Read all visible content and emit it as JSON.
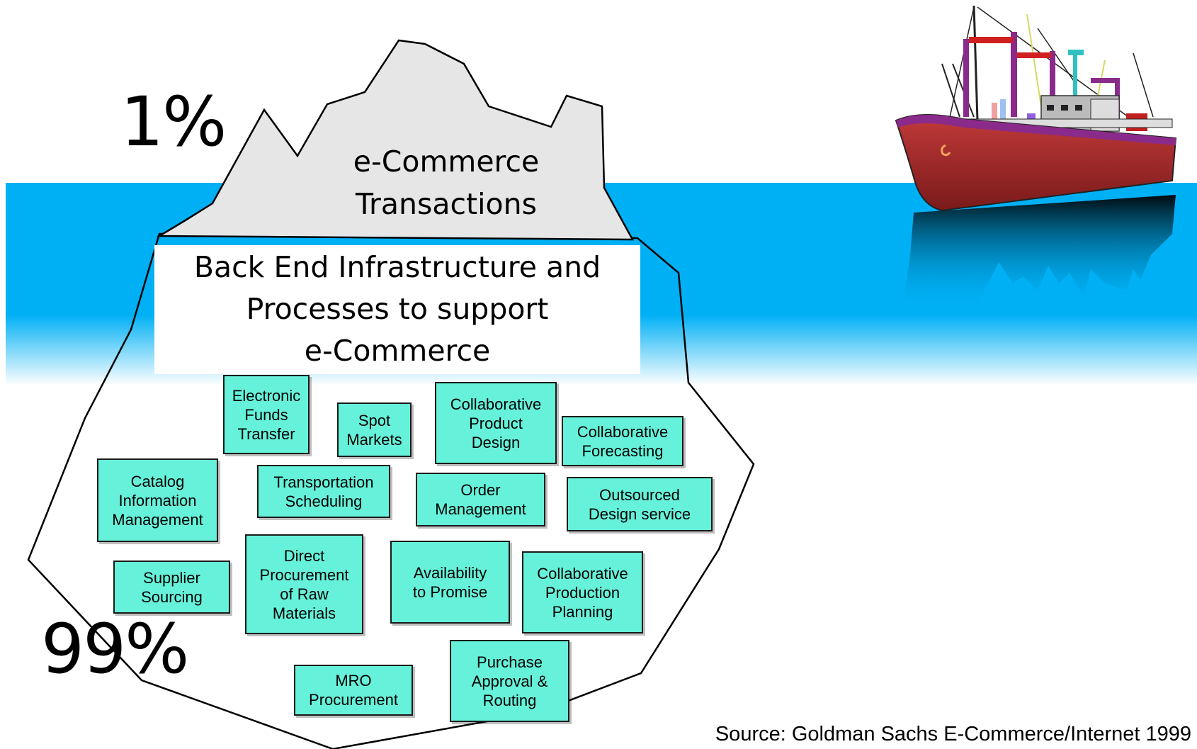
{
  "tip": {
    "percent": "1%",
    "line1": "e-Commerce",
    "line2": "Transactions"
  },
  "base": {
    "percent": "99%",
    "line1": "Back End Infrastructure and",
    "line2": "Processes to support",
    "line3": "e-Commerce"
  },
  "processes": [
    {
      "id": "eft",
      "label": "Electronic\nFunds\nTransfer"
    },
    {
      "id": "spot",
      "label": "Spot\nMarkets"
    },
    {
      "id": "cpd",
      "label": "Collaborative\nProduct\nDesign"
    },
    {
      "id": "cf",
      "label": "Collaborative\nForecasting"
    },
    {
      "id": "cim",
      "label": "Catalog\nInformation\nManagement"
    },
    {
      "id": "ts",
      "label": "Transportation\nScheduling"
    },
    {
      "id": "om",
      "label": "Order\nManagement"
    },
    {
      "id": "ods",
      "label": "Outsourced\nDesign service"
    },
    {
      "id": "ss",
      "label": "Supplier\nSourcing"
    },
    {
      "id": "dprm",
      "label": "Direct\nProcurement\nof Raw\nMaterials"
    },
    {
      "id": "atp",
      "label": "Availability\nto Promise"
    },
    {
      "id": "cpp",
      "label": "Collaborative\nProduction\nPlanning"
    },
    {
      "id": "mro",
      "label": "MRO\nProcurement"
    },
    {
      "id": "par",
      "label": "Purchase\nApproval &\nRouting"
    }
  ],
  "source": "Source: Goldman Sachs E-Commerce/Internet 1999",
  "colors": {
    "water": "#00b0f5",
    "iceberg_tip": "#e6e6e6",
    "process_box": "#66f2da",
    "ship_hull": "#b03030"
  }
}
